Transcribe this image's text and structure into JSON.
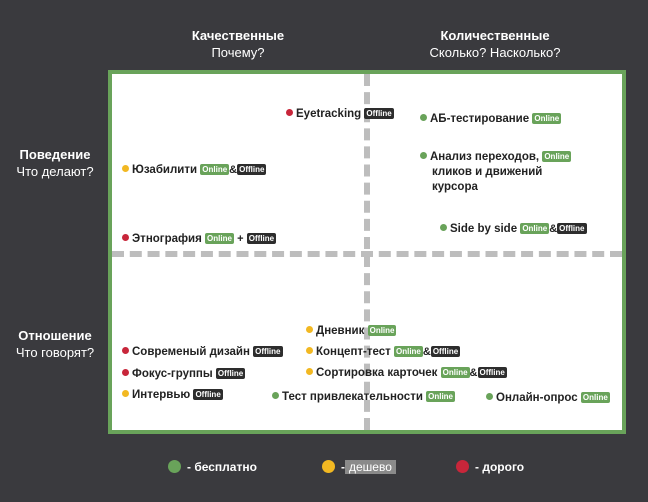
{
  "columns": [
    {
      "title": "Качественные",
      "subtitle": "Почему?"
    },
    {
      "title": "Количественные",
      "subtitle": "Сколько? Насколько?"
    }
  ],
  "rows": [
    {
      "title": "Поведение",
      "subtitle": "Что делают?"
    },
    {
      "title": "Отношение",
      "subtitle": "Что говорят?"
    }
  ],
  "tags": {
    "online": "Online",
    "offline": "Offline"
  },
  "separators": {
    "amp": "&",
    "plus": "+"
  },
  "items": {
    "eyetracking": {
      "label": "Eyetracking",
      "cost": "red"
    },
    "usability": {
      "label": "Юзабилити",
      "cost": "yellow"
    },
    "ethnography": {
      "label": "Этнография",
      "cost": "red"
    },
    "ab_testing": {
      "label": "АБ-тестирование",
      "cost": "green"
    },
    "transitions": {
      "label": "Анализ переходов,",
      "label2": "кликов и движений",
      "label3": "курсора",
      "cost": "green"
    },
    "side_by_side": {
      "label": "Side by side",
      "cost": "green"
    },
    "diary": {
      "label": "Дневник",
      "cost": "yellow"
    },
    "modern_design": {
      "label": "Современый дизайн",
      "cost": "red"
    },
    "concept_test": {
      "label": "Концепт-тест",
      "cost": "yellow"
    },
    "focus_groups": {
      "label": "Фокус-группы",
      "cost": "red"
    },
    "card_sorting": {
      "label": "Сортировка карточек",
      "cost": "yellow"
    },
    "interview": {
      "label": "Интервью",
      "cost": "yellow"
    },
    "attractiveness_test": {
      "label": "Тест привлекательности",
      "cost": "green"
    },
    "online_survey": {
      "label": "Онлайн-опрос",
      "cost": "green"
    }
  },
  "legend": [
    {
      "label": "- бесплатно",
      "color": "#69a35a"
    },
    {
      "label": "дешево",
      "prefix": "-",
      "color": "#f2b822"
    },
    {
      "label": "- дорого",
      "color": "#c8263a"
    }
  ]
}
